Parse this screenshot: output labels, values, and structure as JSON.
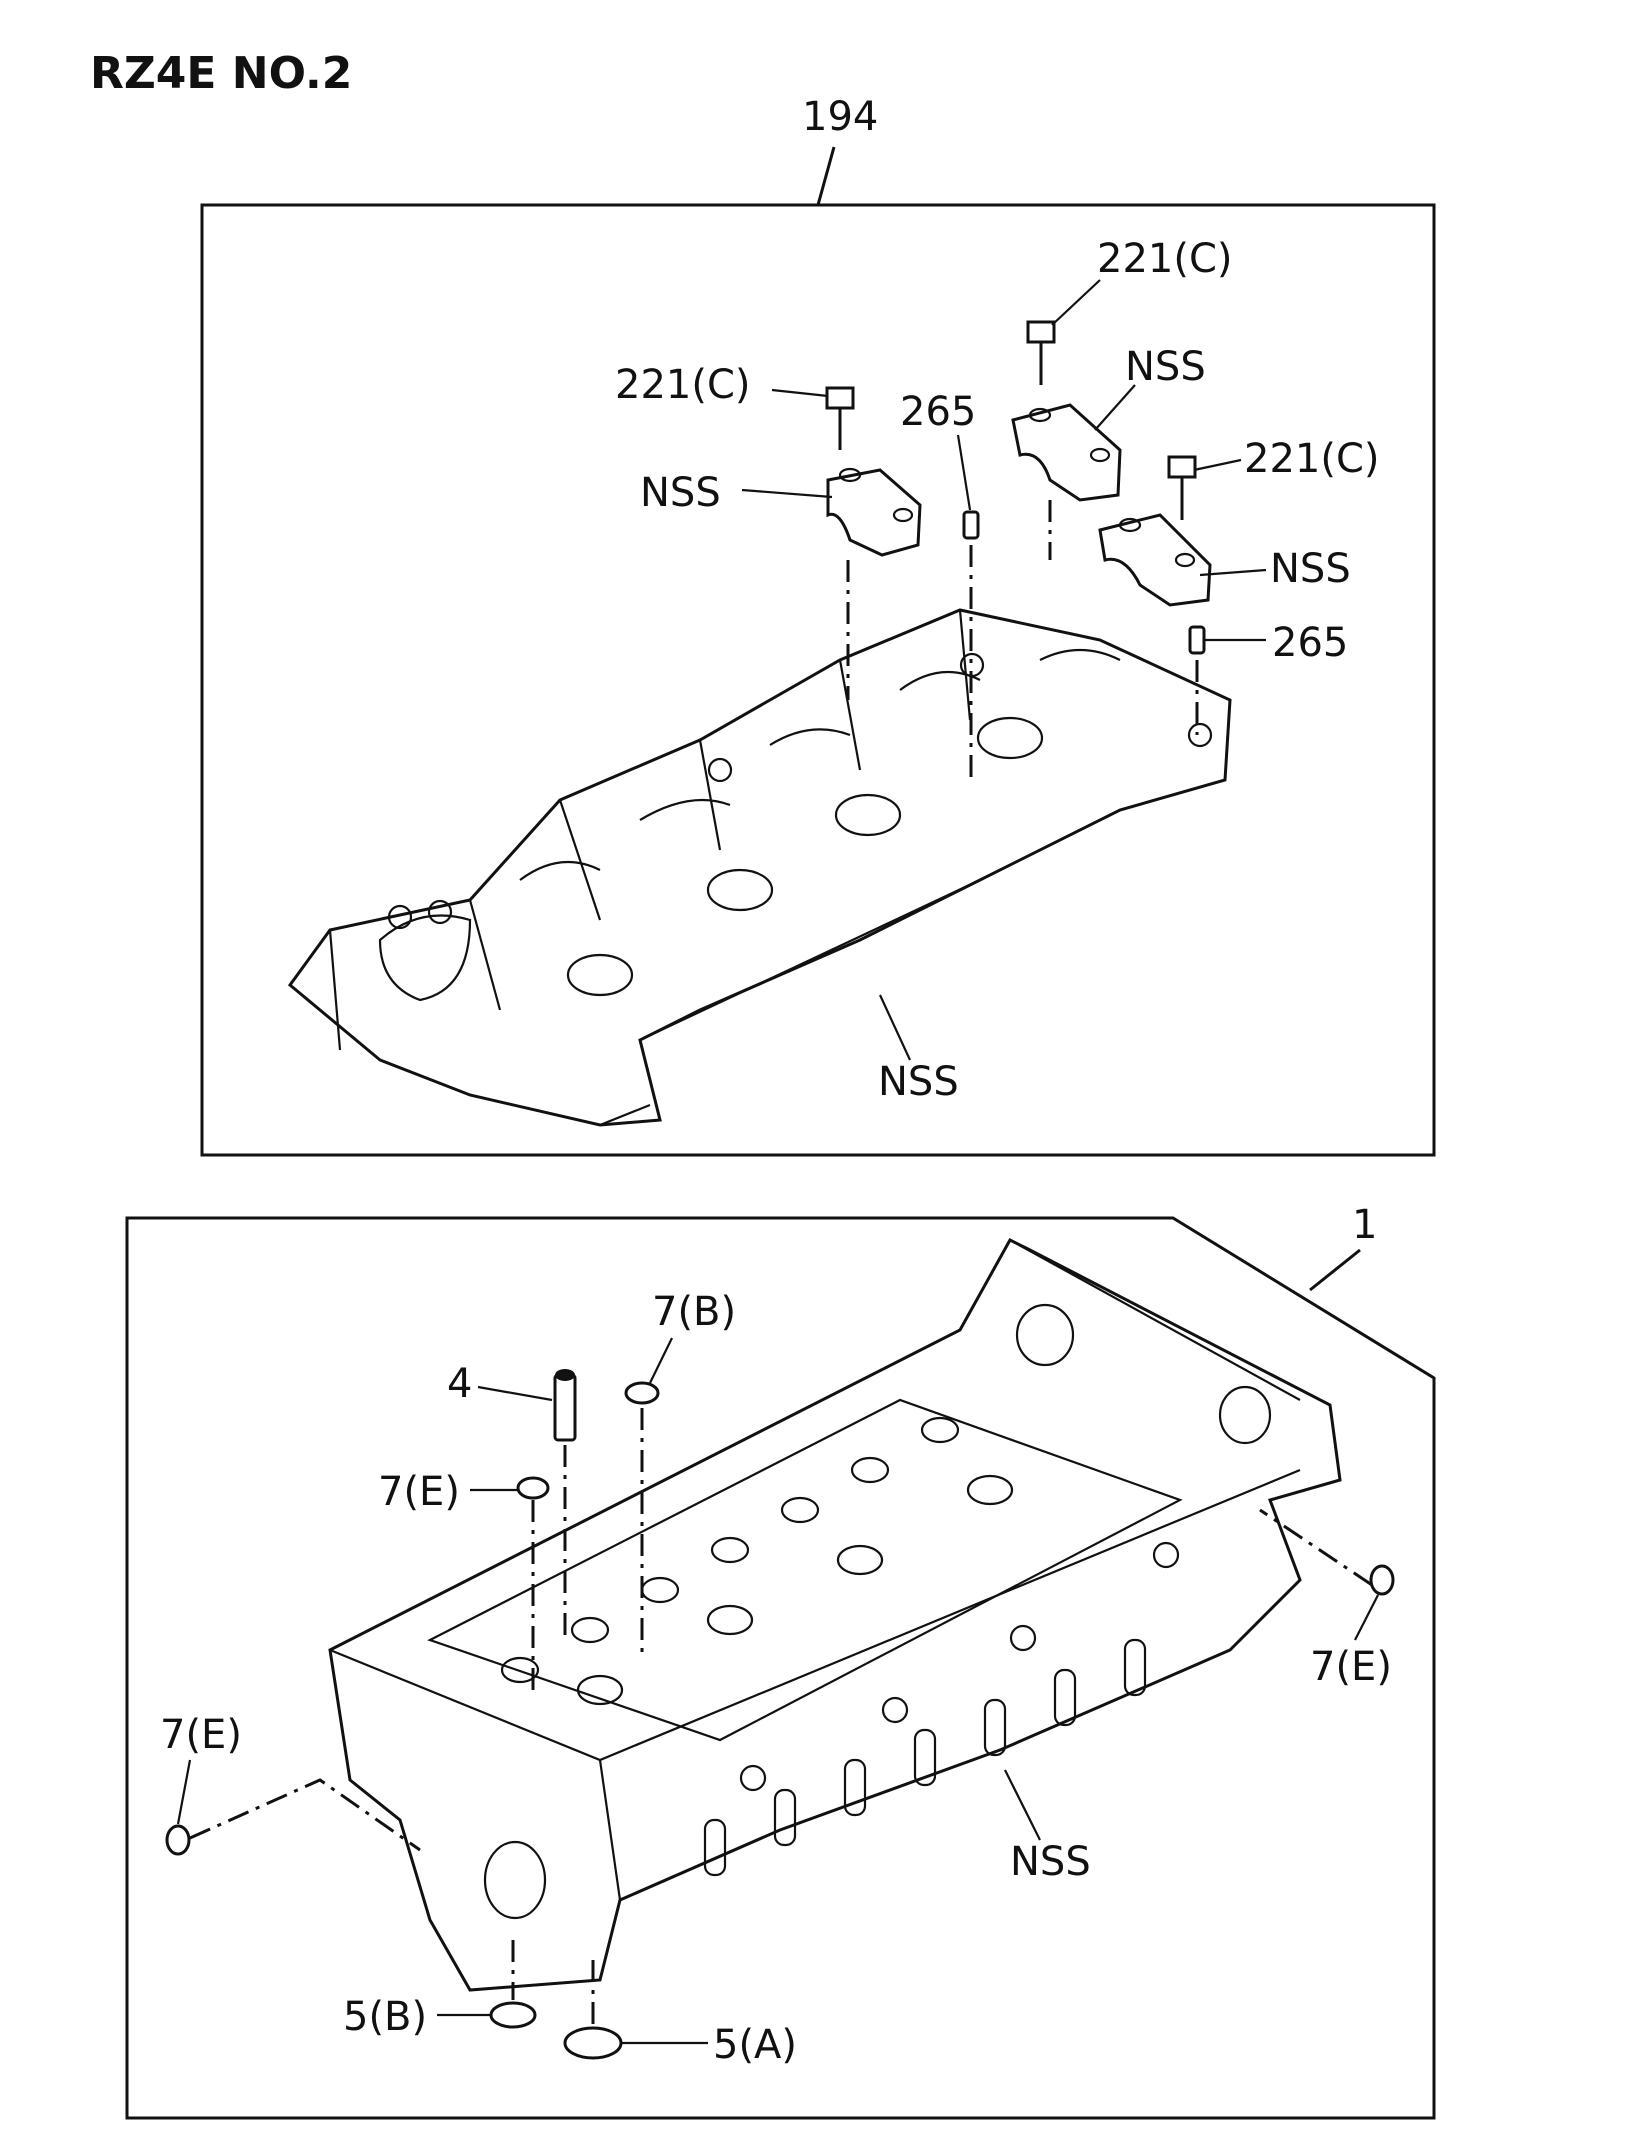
{
  "title": "RZ4E NO.2",
  "colors": {
    "line": "#111111",
    "background": "#ffffff"
  },
  "upper_assembly": {
    "callout": "194",
    "labels": {
      "bolt_a": "221(C)",
      "bolt_b": "221(C)",
      "bolt_c": "221(C)",
      "cap_a": "NSS",
      "cap_b": "NSS",
      "cap_c": "NSS",
      "pin_a": "265",
      "pin_b": "265",
      "housing": "NSS"
    }
  },
  "lower_assembly": {
    "callout": "1",
    "labels": {
      "guide": "4",
      "seal_b": "7(B)",
      "seal_e_top": "7(E)",
      "seal_e_right": "7(E)",
      "seal_e_left": "7(E)",
      "head": "NSS",
      "seal_5b": "5(B)",
      "seal_5a": "5(A)"
    }
  }
}
